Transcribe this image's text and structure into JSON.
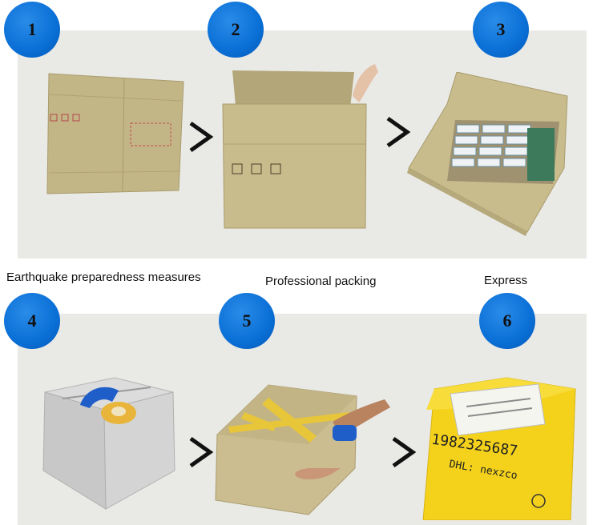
{
  "steps": [
    {
      "number": "1"
    },
    {
      "number": "2"
    },
    {
      "number": "3"
    },
    {
      "number": "4"
    },
    {
      "number": "5"
    },
    {
      "number": "6"
    }
  ],
  "captions": {
    "left": "Earthquake preparedness measures",
    "middle": "Professional packing",
    "right": "Express"
  },
  "label_text": {
    "line1": "1982325687",
    "line2": "DHL: nexzco"
  },
  "colors": {
    "badge": "#0a6fd6",
    "panel": "#e9e9e6",
    "cardboard": "#c6b98a",
    "tape": "#e8c63a",
    "yellow_wrap": "#f4d21c"
  }
}
